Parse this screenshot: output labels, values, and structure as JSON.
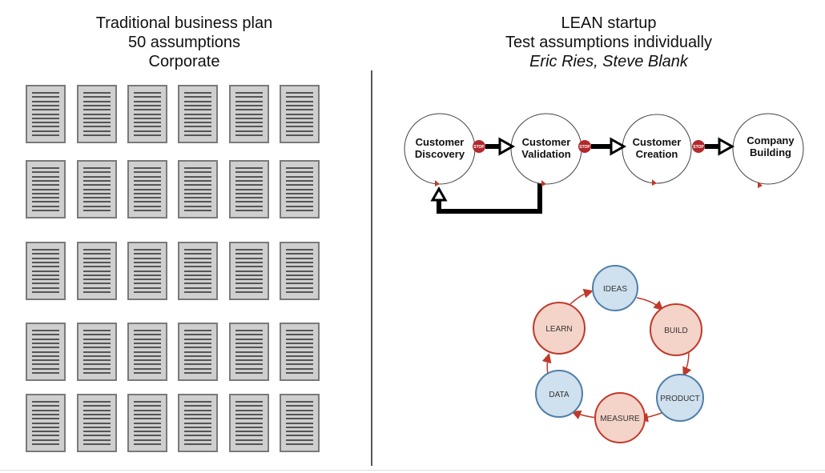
{
  "left": {
    "heading_lines": [
      "Traditional business plan",
      "50 assumptions",
      "Corporate"
    ],
    "document_icon": "document-icon",
    "document_rows": 5,
    "document_columns": 6
  },
  "right": {
    "heading_lines": [
      "LEAN startup",
      "Test assumptions individually"
    ],
    "authors": "Eric Ries, Steve Blank",
    "steps": [
      {
        "line1": "Customer",
        "line2": "Discovery"
      },
      {
        "line1": "Customer",
        "line2": "Validation"
      },
      {
        "line1": "Customer",
        "line2": "Creation"
      },
      {
        "line1": "Company",
        "line2": "Building"
      }
    ],
    "stop_label": "STOP",
    "cycle": [
      "IDEAS",
      "BUILD",
      "PRODUCT",
      "MEASURE",
      "DATA",
      "LEARN"
    ],
    "colors": {
      "stop": "#b3282d",
      "arrow_red": "#c0392b",
      "cycle_red_fill": "#f4d3c8",
      "cycle_red_stroke": "#c0392b",
      "cycle_blue_fill": "#cfe0ee",
      "cycle_blue_stroke": "#4f7fa8"
    }
  }
}
